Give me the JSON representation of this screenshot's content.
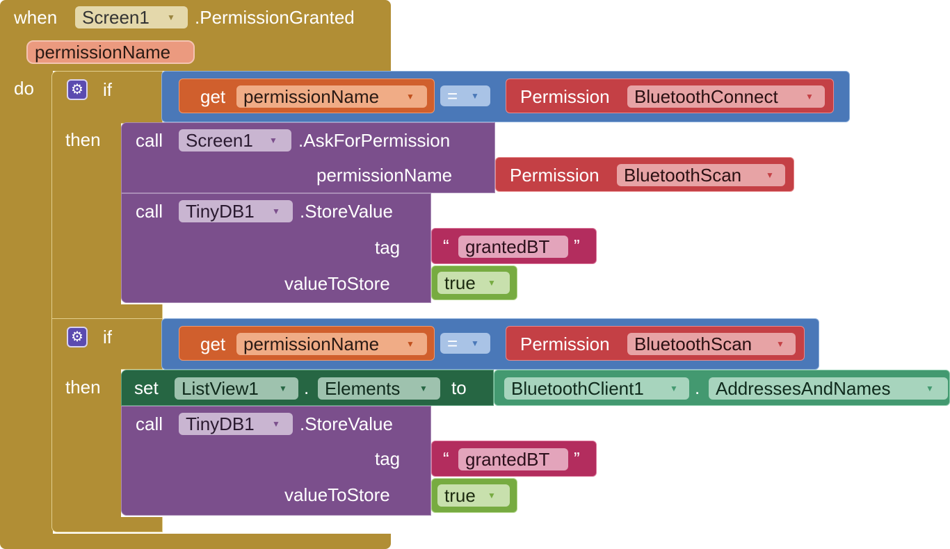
{
  "event": {
    "when_label": "when",
    "component": "Screen1",
    "event_name": ".PermissionGranted",
    "param": "permissionName",
    "do_label": "do"
  },
  "if1": {
    "if_label": "if",
    "then_label": "then",
    "get_label": "get",
    "get_var": "permissionName",
    "op": "=",
    "perm_label": "Permission",
    "perm_value": "BluetoothConnect",
    "ask": {
      "call_label": "call",
      "component": "Screen1",
      "method": ".AskForPermission",
      "arg_label": "permissionName",
      "perm_label": "Permission",
      "perm_value": "BluetoothScan"
    },
    "store": {
      "call_label": "call",
      "component": "TinyDB1",
      "method": ".StoreValue",
      "tag_label": "tag",
      "tag_value": "grantedBT",
      "value_label": "valueToStore",
      "value": "true"
    }
  },
  "if2": {
    "if_label": "if",
    "then_label": "then",
    "get_label": "get",
    "get_var": "permissionName",
    "op": "=",
    "perm_label": "Permission",
    "perm_value": "BluetoothScan",
    "set": {
      "set_label": "set",
      "component": "ListView1",
      "dot": ".",
      "property": "Elements",
      "to_label": "to",
      "src_component": "BluetoothClient1",
      "src_dot": ".",
      "src_property": "AddressesAndNames"
    },
    "store": {
      "call_label": "call",
      "component": "TinyDB1",
      "method": ".StoreValue",
      "tag_label": "tag",
      "tag_value": "grantedBT",
      "value_label": "valueToStore",
      "value": "true"
    }
  },
  "glyphs": {
    "dropdown": "▼",
    "open_quote": "“",
    "close_quote": "”",
    "gear": "⚙"
  },
  "colors": {
    "event": "#b18e35",
    "control": "#b18e35",
    "logic": "#4a78b8",
    "variable": "#d05f2d",
    "permission": "#c44045",
    "procedure": "#7b4f8c",
    "text": "#b32d5e",
    "boolean": "#77ab41",
    "component_set": "#266643",
    "component_get": "#439970"
  }
}
